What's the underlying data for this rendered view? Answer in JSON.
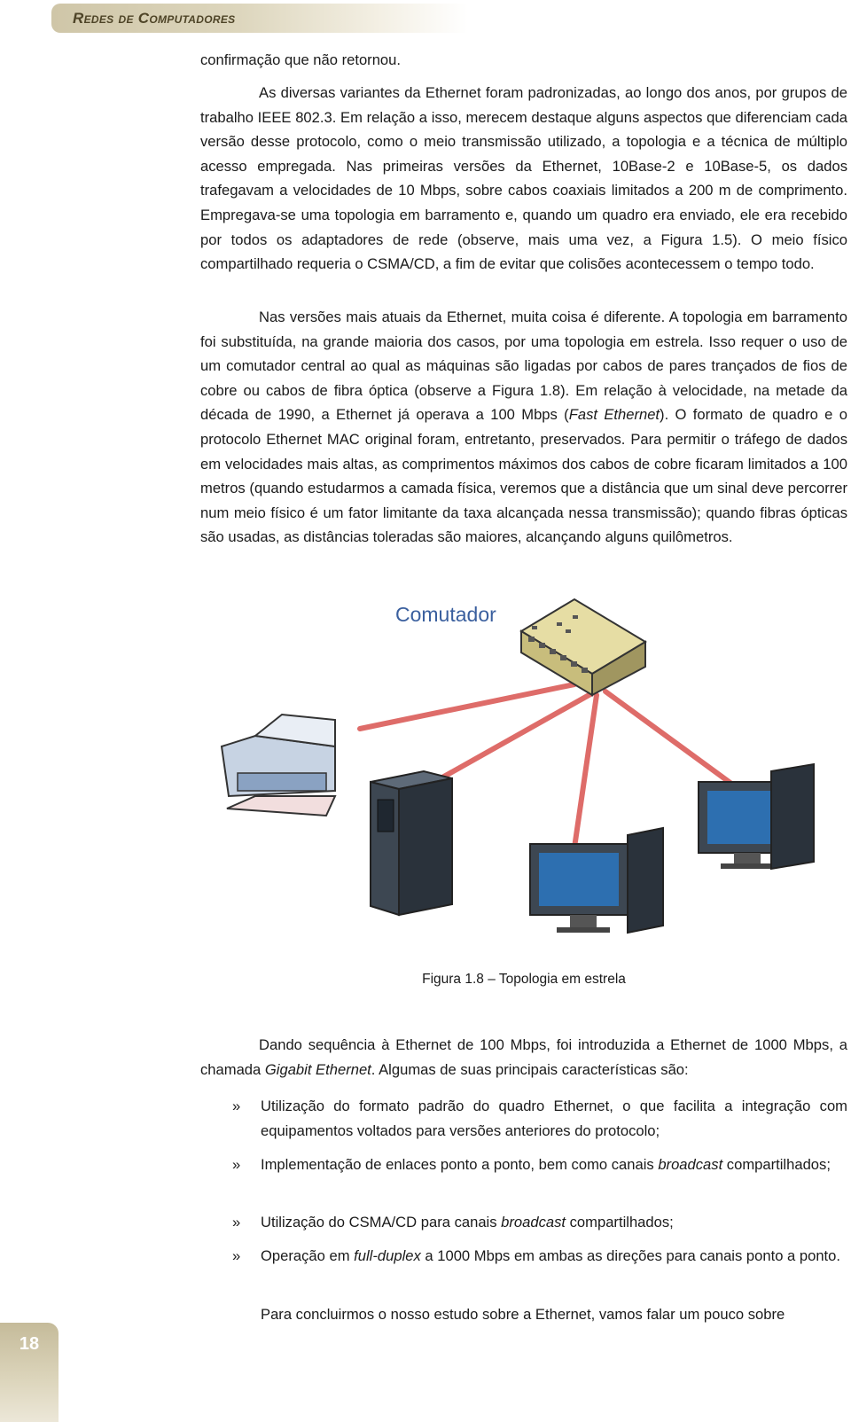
{
  "header": {
    "title": "Redes de Computadores"
  },
  "paragraphs": {
    "p0": "confirmação que não retornou.",
    "p1": "As diversas variantes da Ethernet foram padronizadas, ao longo dos anos, por grupos de trabalho IEEE 802.3. Em relação a isso, merecem destaque alguns aspectos que diferenciam cada versão desse protocolo, como o meio transmissão utilizado, a topologia e a técnica de múltiplo acesso empregada. Nas primeiras versões da Ethernet, 10Base-2 e 10Base-5, os dados trafegavam a velocidades de 10 Mbps, sobre cabos coaxiais limitados a 200 m de comprimento. Empregava-se uma topologia em barramento e, quando um quadro era enviado, ele era recebido por todos os adaptadores de rede (observe, mais uma vez, a Figura 1.5). O meio físico compartilhado requeria o CSMA/CD, a fim de evitar que colisões acontecessem o tempo todo.",
    "p2a": "Nas versões mais atuais da Ethernet, muita coisa é diferente. A topologia em barramento foi substituída, na grande maioria dos casos, por uma topologia em estrela. Isso requer o uso de um comutador central ao qual as máquinas são ligadas por cabos de pares trançados de fios de cobre ou cabos de fibra óptica (observe a Figura 1.8). Em relação à velocidade, na metade da década de 1990, a Ethernet já operava a 100 Mbps (",
    "p2b": "Fast Ethernet",
    "p2c": "). O formato de quadro e o protocolo Ethernet MAC original foram, entretanto, preservados. Para permitir o tráfego de dados em velocidades mais altas, as comprimentos máximos dos cabos de cobre ficaram limitados a 100 metros (quando estudarmos a camada física, veremos que a distância que um sinal deve percorrer num meio físico é um fator limitante da taxa alcançada nessa transmissão); quando fibras ópticas são usadas, as distâncias toleradas são maiores, alcançando alguns quilômetros.",
    "p3a": "Dando sequência à Ethernet de 100 Mbps, foi introduzida a Ethernet de 1000 Mbps, a chamada ",
    "p3b": "Gigabit Ethernet",
    "p3c": ". Algumas de suas principais características são:",
    "p4": "Para concluirmos o nosso estudo sobre a Ethernet, vamos falar um pouco sobre"
  },
  "figure": {
    "label": "Comutador",
    "caption": "Figura 1.8 – Topologia em estrela"
  },
  "bullets": {
    "mark": "»",
    "b1": "Utilização do formato padrão do quadro Ethernet, o que facilita a integração com equipamentos voltados para versões anteriores do protocolo;",
    "b2a": "Implementação de enlaces ponto a ponto, bem como canais ",
    "b2b": "broadcast",
    "b2c": " compartilhados;",
    "b3a": "Utilização do CSMA/CD para canais ",
    "b3b": "broadcast",
    "b3c": " compartilhados;",
    "b4a": "Operação em ",
    "b4b": "full-duplex",
    "b4c": " a 1000 Mbps em ambas as direções para canais ponto a ponto."
  },
  "page": {
    "number": "18"
  },
  "colors": {
    "header_band": "#d6ceb2",
    "cable": "#d9534f",
    "page_tab": "#cfc6a8"
  }
}
